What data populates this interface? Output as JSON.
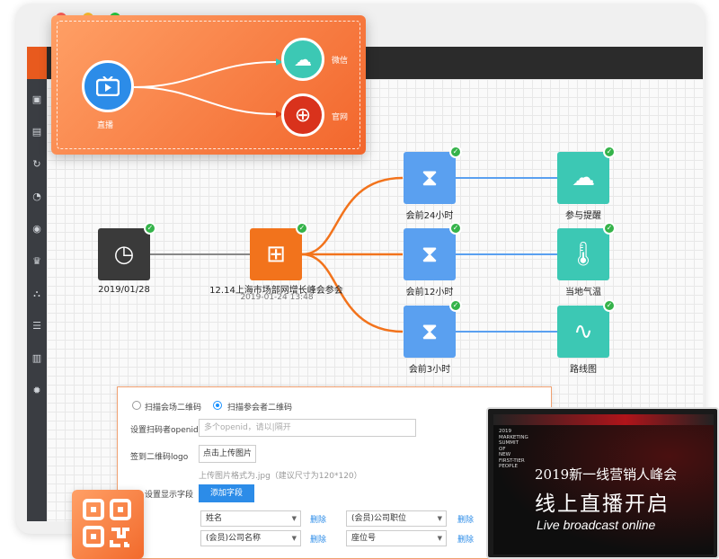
{
  "card": {
    "source_label": "直播",
    "target1_label": "微信",
    "target2_label": "官网",
    "icons": [
      "tv-icon",
      "wechat-icon",
      "globe-icon"
    ]
  },
  "flow": {
    "nodes": [
      {
        "label": "2019/01/28",
        "sub": ""
      },
      {
        "label": "12.14上海市场部网增长峰会参会",
        "sub": "2019-01-24 13:48"
      },
      {
        "label": "会前24小时"
      },
      {
        "label": "会前12小时"
      },
      {
        "label": "会前3小时"
      },
      {
        "label": "参与提醒"
      },
      {
        "label": "当地气温"
      },
      {
        "label": "路线图"
      }
    ]
  },
  "form": {
    "radio1": "扫描会场二维码",
    "radio2": "扫描参会者二维码",
    "openid_label": "设置扫码者openid",
    "openid_placeholder": "多个openid，请以|隔开",
    "logo_label": "签到二维码logo",
    "upload_button": "点击上传图片",
    "upload_hint": "上传图片格式为.jpg（建议尺寸为120*120）",
    "fields_label": "设置显示字段",
    "add_field_button": "添加字段",
    "fields": [
      "姓名",
      "(会员)公司职位",
      "(会员)公司名称",
      "座位号"
    ],
    "delete_label": "删除"
  },
  "video": {
    "small_text": [
      "2019",
      "MARKETING",
      "SUMMIT",
      "OF",
      "NEW",
      "FIRST-TIER",
      "PEOPLE"
    ],
    "title_line1": "2019新一线营销人峰会",
    "title_line2": "线上直播开启",
    "title_line3": "Live broadcast online"
  },
  "colors": {
    "orange": "#f26a2c",
    "blue_node": "#5aa0f0",
    "teal_node": "#3cc8b4",
    "dark_node": "#3a3a3a",
    "check": "#35b34a"
  }
}
